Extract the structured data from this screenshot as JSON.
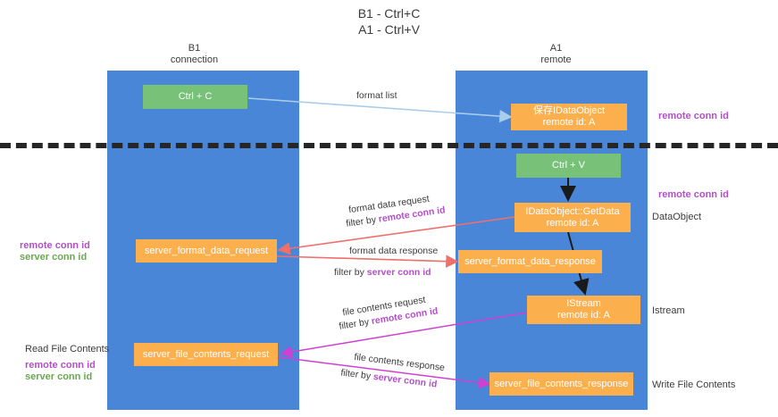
{
  "title": {
    "line1": "B1 - Ctrl+C",
    "line2": "A1 - Ctrl+V"
  },
  "columns": [
    {
      "name": "b1",
      "title": "B1",
      "subtitle": "connection"
    },
    {
      "name": "a1",
      "title": "A1",
      "subtitle": "remote"
    }
  ],
  "nodes": {
    "ctrl_c": {
      "line1": "Ctrl + C",
      "line2": ""
    },
    "save_idataobject": {
      "line1": "保存IDataObject",
      "line2": "remote id: A"
    },
    "ctrl_v": {
      "line1": "Ctrl + V",
      "line2": ""
    },
    "idataobject_getdata": {
      "line1": "IDataObject::GetData",
      "line2": "remote id: A"
    },
    "server_format_data_request": {
      "line1": "server_format_data_request",
      "line2": ""
    },
    "server_format_data_response": {
      "line1": "server_format_data_response",
      "line2": ""
    },
    "istream": {
      "line1": "IStream",
      "line2": "remote id: A"
    },
    "server_file_contents_request": {
      "line1": "server_file_contents_request",
      "line2": ""
    },
    "server_file_contents_response": {
      "line1": "server_file_contents_response",
      "line2": ""
    }
  },
  "edge_labels": {
    "format_list": "format list",
    "format_data_request": "format data request",
    "format_data_request_filter_prefix": "filter by ",
    "format_data_request_filter_key": "remote conn id",
    "format_data_response": "format data response",
    "format_data_response_filter_prefix": "filter by ",
    "format_data_response_filter_key": "server conn id",
    "file_contents_request": "file contents request",
    "file_contents_request_filter_prefix": "filter by ",
    "file_contents_request_filter_key": "remote conn id",
    "file_contents_response": "file contents response",
    "file_contents_response_filter_prefix": "filter by ",
    "file_contents_response_filter_key": "server conn id"
  },
  "right_labels": {
    "remote_conn_id_top": "remote conn id",
    "remote_conn_id_mid": "remote conn id",
    "dataobject": "DataObject",
    "istream": "Istream",
    "write_file_contents": "Write File Contents"
  },
  "left_labels": {
    "remote_conn_id_1": "remote conn id",
    "server_conn_id_1": "server conn id",
    "read_file_contents": "Read File Contents",
    "remote_conn_id_2": "remote conn id",
    "server_conn_id_2": "server conn id"
  },
  "colors": {
    "lane": "#4a86d8",
    "green_node": "#77c178",
    "orange_node": "#fbb04d",
    "purple_text": "#b34fc8",
    "green_text": "#6aa84f",
    "dark_text": "#3c3c3c",
    "arrow_blue": "#a8cdea",
    "arrow_red": "#ef6f6a",
    "arrow_magenta": "#d13fd1",
    "arrow_black": "#1a1a1a",
    "divider": "#262626",
    "page_bg": "#ffffff",
    "canvas_bg": "#f7f7f8"
  }
}
